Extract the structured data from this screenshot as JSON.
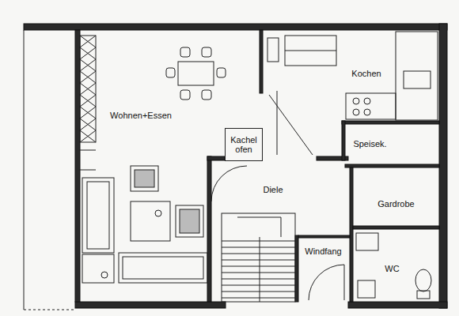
{
  "diagram": {
    "nodes": [
      {
        "text": [
          "Wohnen+Essen"
        ]
      },
      {
        "text": [
          "Kachel ofen"
        ]
      },
      {
        "text": [
          "Kochen"
        ]
      },
      {
        "text": [
          "Speisek."
        ]
      },
      {
        "text": [
          "Diele"
        ]
      },
      {
        "text": [
          "Gardrobe"
        ]
      },
      {
        "text": [
          "Windfang"
        ]
      },
      {
        "text": [
          "WC"
        ]
      }
    ]
  }
}
